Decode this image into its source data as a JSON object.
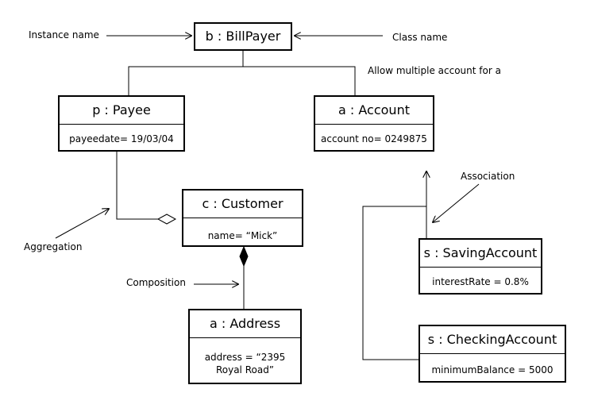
{
  "objects": {
    "billpayer": {
      "name": "b : BillPayer",
      "attr": ""
    },
    "payee": {
      "name": "p : Payee",
      "attr": "payeedate= 19/03/04"
    },
    "account": {
      "name": "a : Account",
      "attr": "account no= 0249875"
    },
    "customer": {
      "name": "c : Customer",
      "attr": "name= “Mick”"
    },
    "address": {
      "name": "a : Address",
      "attr": "address = “2395\nRoyal Road”"
    },
    "saving": {
      "name": "s : SavingAccount",
      "attr": "interestRate = 0.8%"
    },
    "checking": {
      "name": "s : CheckingAccount",
      "attr": "minimumBalance = 5000"
    }
  },
  "annotations": {
    "instance_name": "Instance name",
    "class_name": "Class name",
    "multiple_account": "Allow multiple account for a",
    "association": "Association",
    "aggregation": "Aggregation",
    "composition": "Composition"
  }
}
